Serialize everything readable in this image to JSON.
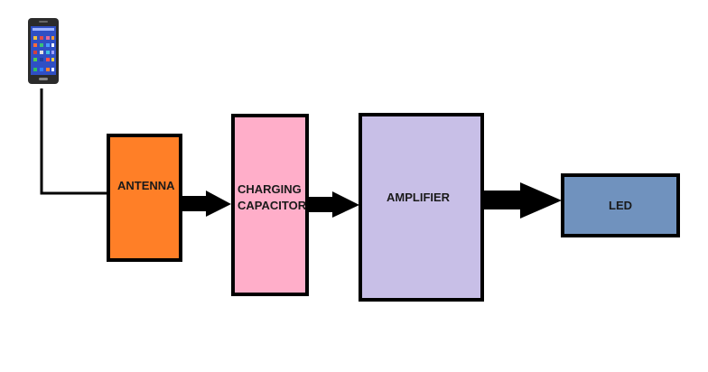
{
  "diagram": {
    "blocks": [
      {
        "id": "antenna",
        "label": "ANTENNA",
        "color": "#ff7f27"
      },
      {
        "id": "capacitor",
        "label_line1": "CHARGING",
        "label_line2": "CAPACITOR",
        "color": "#ffaec9"
      },
      {
        "id": "amplifier",
        "label": "AMPLIFIER",
        "color": "#c8bfe7"
      },
      {
        "id": "led",
        "label": "LED",
        "color": "#7092be"
      }
    ],
    "connections": [
      {
        "from": "phone",
        "to": "antenna",
        "style": "line"
      },
      {
        "from": "antenna",
        "to": "capacitor",
        "style": "arrow"
      },
      {
        "from": "capacitor",
        "to": "amplifier",
        "style": "arrow"
      },
      {
        "from": "amplifier",
        "to": "led",
        "style": "arrow"
      }
    ],
    "phone_icon": "smartphone-icon"
  }
}
